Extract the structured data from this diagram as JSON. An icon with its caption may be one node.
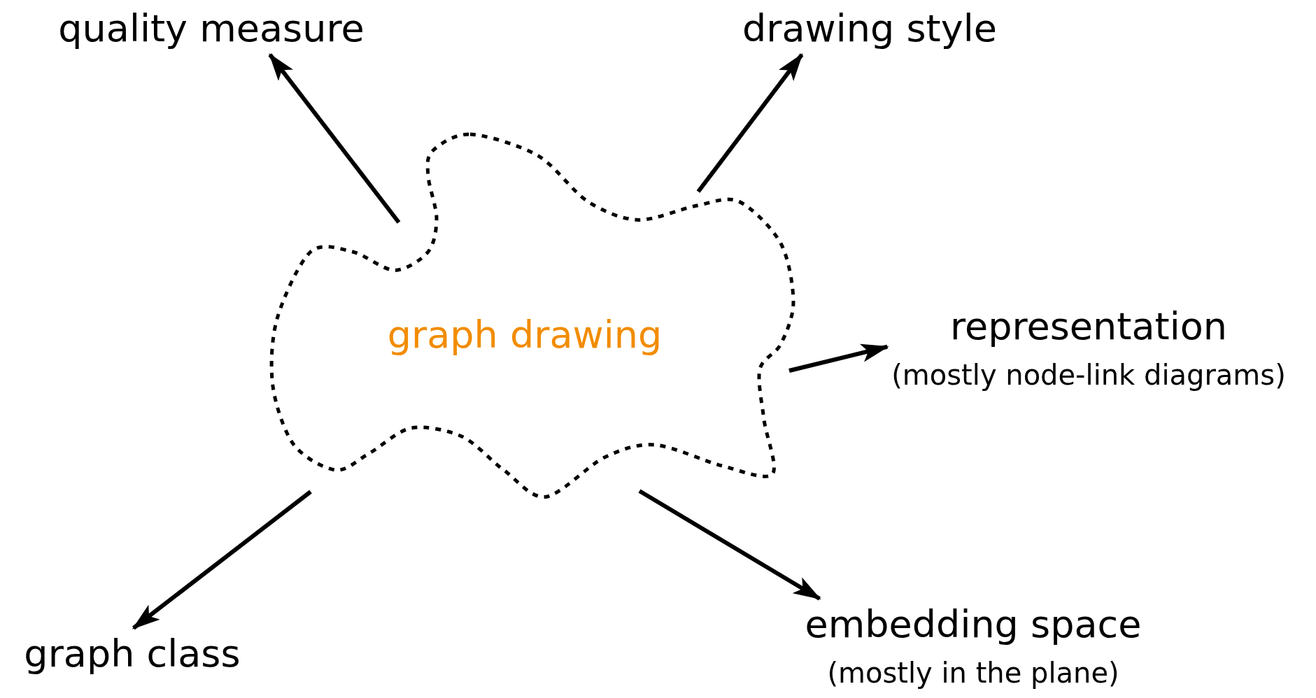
{
  "diagram": {
    "nodes": [
      {
        "text": [
          "graph drawing"
        ]
      },
      {
        "text": [
          "quality measure"
        ]
      },
      {
        "text": [
          "drawing style"
        ]
      },
      {
        "text": [
          "representation"
        ],
        "beside": [
          "(mostly node-link diagrams)"
        ]
      },
      {
        "text": [
          "graph class"
        ]
      },
      {
        "text": [
          "embedding space"
        ],
        "beside": [
          "(mostly in the plane)"
        ]
      }
    ],
    "edges": [
      {
        "from": 0,
        "to": 1,
        "arrow": "to"
      },
      {
        "from": 0,
        "to": 2,
        "arrow": "to"
      },
      {
        "from": 0,
        "to": 3,
        "arrow": "to"
      },
      {
        "from": 0,
        "to": 4,
        "arrow": "to"
      },
      {
        "from": 0,
        "to": 5,
        "arrow": "to"
      }
    ]
  }
}
